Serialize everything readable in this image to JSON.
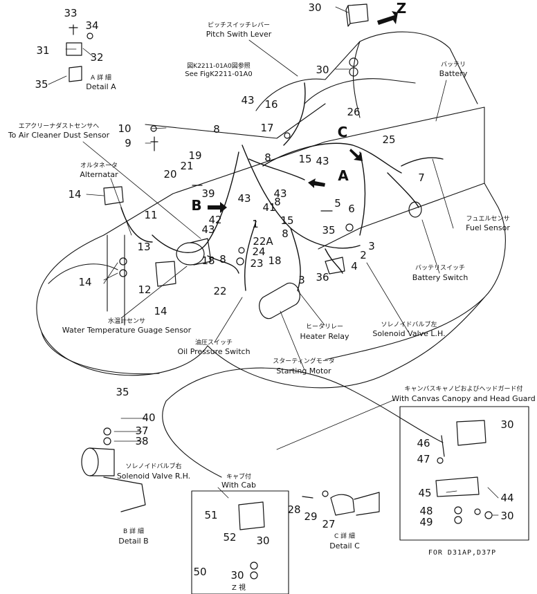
{
  "labels": {
    "pitch_switch_jp": "ピッチスイッチレバー",
    "pitch_switch_en": "Pitch Swith Lever",
    "see_fig_jp": "図K2211-01A0図参照",
    "see_fig_en": "See FigK2211-01A0",
    "battery_jp": "バッテリ",
    "battery_en": "Battery",
    "air_cleaner_jp": "エアクリーナダストセンサへ",
    "air_cleaner_en": "To Air Cleaner Dust Sensor",
    "alternator_jp": "オルタネータ",
    "alternator_en": "Alternatar",
    "detail_a_jp": "A 詳 細",
    "detail_a_en": "Detail A",
    "fuel_sensor_jp": "フュエルセンサ",
    "fuel_sensor_en": "Fuel Sensor",
    "battery_switch_jp": "バッテリスイッチ",
    "battery_switch_en": "Battery Switch",
    "water_temp_jp": "水温計センサ",
    "water_temp_en": "Water Temperature Guage Sensor",
    "heater_relay_jp": "ヒータリレー",
    "heater_relay_en": "Heater Relay",
    "solenoid_lh_jp": "ソレノイドバルブ左",
    "solenoid_lh_en": "Solenoid Valve L.H.",
    "oil_pressure_jp": "油圧スイッチ",
    "oil_pressure_en": "Oil Pressure Switch",
    "starting_motor_jp": "スターティングモータ",
    "starting_motor_en": "Starting Motor",
    "canopy_jp": "キャンバスキャノピおよびヘッドガード付",
    "canopy_en": "With Canvas Canopy and Head Guard",
    "solenoid_rh_jp": "ソレノイドバルブ右",
    "solenoid_rh_en": "Solenoid Valve R.H.",
    "with_cab_jp": "キャブ付",
    "with_cab_en": "With Cab",
    "detail_b_jp": "B 詳 細",
    "detail_b_en": "Detail B",
    "detail_c_jp": "C 詳 細",
    "detail_c_en": "Detail C",
    "view_z_jp": "Z 視",
    "footer": "FOR D31AP,D37P"
  },
  "callouts": {
    "c33": "33",
    "c34": "34",
    "c31": "31",
    "c32": "32",
    "c35a": "35",
    "c30top": "30",
    "cZ": "Z",
    "c30b": "30",
    "c43a": "43",
    "c16": "16",
    "c17": "17",
    "c26": "26",
    "c25": "25",
    "cC": "C",
    "c10": "10",
    "c9": "9",
    "c8a": "8",
    "c19": "19",
    "c21": "21",
    "c20": "20",
    "c8b": "8",
    "c15a": "15",
    "c43b": "43",
    "cA": "A",
    "c7": "7",
    "c14a": "14",
    "cB": "B",
    "c39": "39",
    "c43c": "43",
    "c43d": "43",
    "c41": "41",
    "c8c": "8",
    "c5": "5",
    "c6": "6",
    "c11": "11",
    "c42": "42",
    "c43e": "43",
    "c1": "1",
    "c15b": "15",
    "c13": "13",
    "c35b": "35",
    "c3a": "3",
    "c2": "2",
    "c8d": "8",
    "c22A": "22A",
    "c24": "24",
    "c23": "23",
    "c18a": "18",
    "c18b": "18",
    "c8e": "8",
    "c4": "4",
    "c14b": "14",
    "c12": "12",
    "c14c": "14",
    "c22": "22",
    "c3b": "3",
    "c36": "36",
    "c35c": "35",
    "c40": "40",
    "c37": "37",
    "c38": "38",
    "c30c": "30",
    "c46": "46",
    "c47": "47",
    "c45": "45",
    "c44": "44",
    "c48": "48",
    "c49": "49",
    "c30d": "30",
    "c28": "28",
    "c29": "29",
    "c27": "27",
    "c51": "51",
    "c52": "52",
    "c30e": "30",
    "c50": "50",
    "c30f": "30"
  },
  "colors": {
    "ink": "#111111",
    "paper": "#ffffff"
  }
}
